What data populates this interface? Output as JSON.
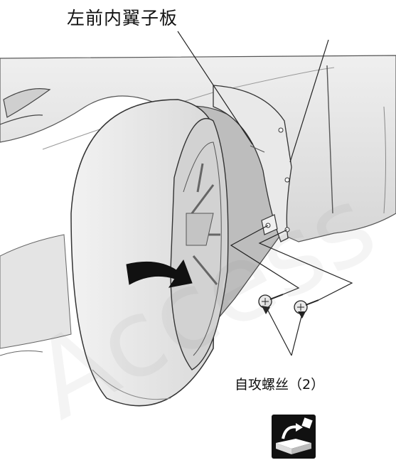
{
  "labels": {
    "inner_fender_panel": "左前内翼子板",
    "self_tapping_screws": "自攻螺丝（2）"
  },
  "watermark": "Access",
  "icons": {
    "procedure_icon": "tool-procedure-icon",
    "rotation_arrow": "rotate-arrow-icon"
  },
  "colors": {
    "line": "#222222",
    "body_shade": "#d8d8d8",
    "tire": "#e6e6e6",
    "arrow": "#111111"
  }
}
